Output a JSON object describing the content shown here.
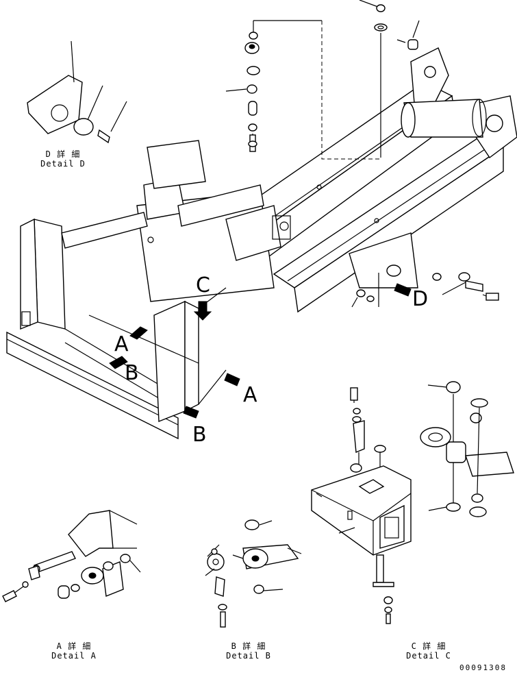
{
  "figure_code": "00091308",
  "details": [
    {
      "id": "A",
      "jp": "A 詳 細",
      "en": "Detail A"
    },
    {
      "id": "B",
      "jp": "B 詳 細",
      "en": "Detail B"
    },
    {
      "id": "C",
      "jp": "C 詳 細",
      "en": "Detail C"
    },
    {
      "id": "D",
      "jp": "D 詳 細",
      "en": "Detail D"
    }
  ],
  "view_markers": {
    "a_left": "A",
    "a_right": "A",
    "b_left": "B",
    "b_right": "B",
    "c": "C",
    "d": "D"
  }
}
